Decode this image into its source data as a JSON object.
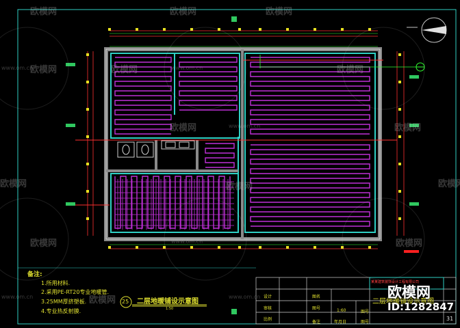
{
  "watermark": {
    "text": "欧模网",
    "url": "www.om.cn"
  },
  "drawing": {
    "title": "二层地暖铺设示意图",
    "scale": "1:50",
    "number": "25",
    "floor_label": "二层地暖铺设示意图"
  },
  "notes": {
    "heading": "备注:",
    "items": [
      "1.所用材料.",
      "2.采用PE-RT20专业地暖管.",
      "3.25MM厚挤塑板.",
      "4.专业热反射膜."
    ]
  },
  "title_block": {
    "company": "某某建筑装饰设计工程有限公司",
    "r1": [
      "设计",
      "图名"
    ],
    "r2": [
      "审核",
      "图号"
    ],
    "r3": [
      "比例",
      "1:60",
      "图号"
    ],
    "r4": [
      "备注",
      "年月日",
      "图号"
    ],
    "sheet": "31"
  },
  "overlay": {
    "brand": "欧模网",
    "id": "ID:1282847"
  }
}
